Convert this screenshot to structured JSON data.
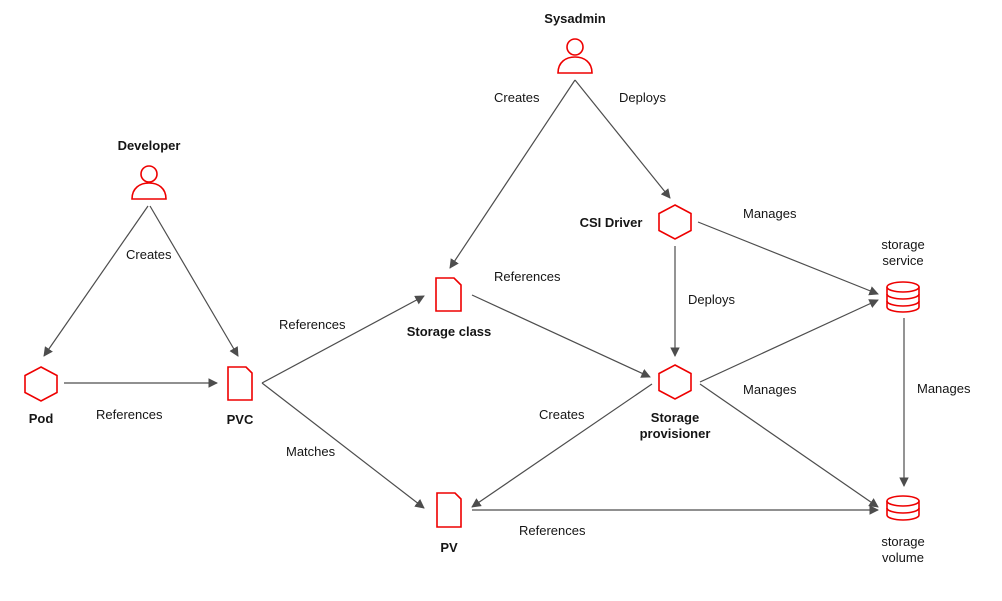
{
  "colors": {
    "accent": "#ee0000",
    "edge": "#4d4d4d",
    "text": "#151515",
    "background": "#ffffff"
  },
  "nodes": {
    "sysadmin": {
      "label": "Sysadmin",
      "icon": "user-icon"
    },
    "developer": {
      "label": "Developer",
      "icon": "user-icon"
    },
    "pod": {
      "label": "Pod",
      "icon": "hexagon-icon"
    },
    "pvc": {
      "label": "PVC",
      "icon": "document-icon"
    },
    "storage_class": {
      "label": "Storage class",
      "icon": "document-icon"
    },
    "pv": {
      "label": "PV",
      "icon": "document-icon"
    },
    "csi_driver": {
      "label": "CSI Driver",
      "icon": "hexagon-icon"
    },
    "storage_provisioner": {
      "label_line1": "Storage",
      "label_line2": "provisioner",
      "icon": "hexagon-icon"
    },
    "storage_service": {
      "label_line1": "storage",
      "label_line2": "service",
      "icon": "database-icon"
    },
    "storage_volume": {
      "label_line1": "storage",
      "label_line2": "volume",
      "icon": "database-icon"
    }
  },
  "edges": {
    "sysadmin_creates_storage_class": "Creates",
    "sysadmin_deploys_csi_driver": "Deploys",
    "developer_creates": "Creates",
    "pod_references_pvc": "References",
    "pvc_references_storage_class": "References",
    "pvc_matches_pv": "Matches",
    "storage_class_references_provisioner": "References",
    "csi_driver_deploys_provisioner": "Deploys",
    "csi_driver_manages_service": "Manages",
    "provisioner_manages": "Manages",
    "provisioner_creates_pv": "Creates",
    "pv_references_volume": "References",
    "service_manages_volume": "Manages"
  }
}
